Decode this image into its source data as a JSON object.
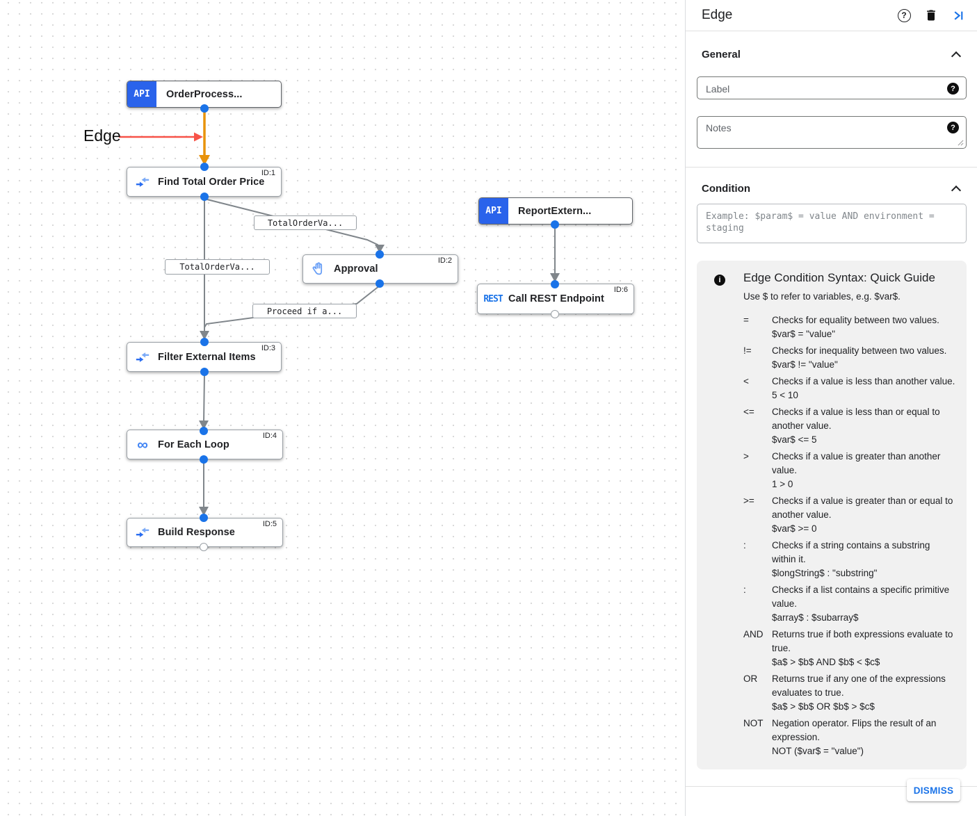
{
  "colors": {
    "accent_blue": "#1a73e8",
    "badge_blue": "#2a63eb",
    "icon_blue": "#4285f4",
    "edge_gray": "#80868b",
    "selected_edge_orange": "#e8930c",
    "annotation_red": "#f75348",
    "guide_bg": "#f1f1f1"
  },
  "canvas": {
    "annotation": {
      "label": "Edge"
    },
    "nodes": [
      {
        "label": "OrderProcess...",
        "badge": "API",
        "id_label": ""
      },
      {
        "label": "Find Total Order Price",
        "id_label": "ID:1"
      },
      {
        "label": "Approval",
        "id_label": "ID:2"
      },
      {
        "label": "ReportExtern...",
        "badge": "API",
        "id_label": ""
      },
      {
        "label": "Call REST Endpoint",
        "badge": "REST",
        "id_label": "ID:6"
      },
      {
        "label": "Filter External Items",
        "id_label": "ID:3"
      },
      {
        "label": "For Each Loop",
        "id_label": "ID:4",
        "infinity_glyph": "∞"
      },
      {
        "label": "Build Response",
        "id_label": "ID:5"
      }
    ],
    "edge_labels": [
      {
        "text": "TotalOrderVa..."
      },
      {
        "text": "TotalOrderVa..."
      },
      {
        "text": "Proceed if a..."
      }
    ]
  },
  "panel": {
    "title": "Edge",
    "general": {
      "title": "General",
      "label_placeholder": "Label",
      "notes_placeholder": "Notes"
    },
    "condition": {
      "title": "Condition",
      "placeholder": "Example: $param$ = value AND environment = staging"
    },
    "guide": {
      "info_glyph": "i",
      "title": "Edge Condition Syntax: Quick Guide",
      "intro": "Use $ to refer to variables, e.g. $var$.",
      "items": [
        {
          "op": "=",
          "desc": "Checks for equality between two values.",
          "example": "$var$ = \"value\""
        },
        {
          "op": "!=",
          "desc": "Checks for inequality between two values.",
          "example": "$var$ != \"value\""
        },
        {
          "op": "<",
          "desc": "Checks if a value is less than another value.",
          "example": "5 < 10"
        },
        {
          "op": "<=",
          "desc": "Checks if a value is less than or equal to another value.",
          "example": "$var$ <= 5"
        },
        {
          "op": ">",
          "desc": "Checks if a value is greater than another value.",
          "example": "1 > 0"
        },
        {
          "op": ">=",
          "desc": "Checks if a value is greater than or equal to another value.",
          "example": "$var$ >= 0"
        },
        {
          "op": ":",
          "desc": "Checks if a string contains a substring within it.",
          "example": "$longString$ : \"substring\""
        },
        {
          "op": ":",
          "desc": "Checks if a list contains a specific primitive value.",
          "example": "$array$ : $subarray$"
        },
        {
          "op": "AND",
          "desc": "Returns true if both expressions evaluate to true.",
          "example": "$a$ > $b$ AND $b$ < $c$"
        },
        {
          "op": "OR",
          "desc": "Returns true if any one of the expressions evaluates to true.",
          "example": "$a$ > $b$ OR $b$ > $c$"
        },
        {
          "op": "NOT",
          "desc": "Negation operator. Flips the result of an expression.",
          "example": "NOT ($var$ = \"value\")"
        }
      ]
    },
    "dismiss_label": "DISMISS",
    "help_glyph": "?"
  }
}
